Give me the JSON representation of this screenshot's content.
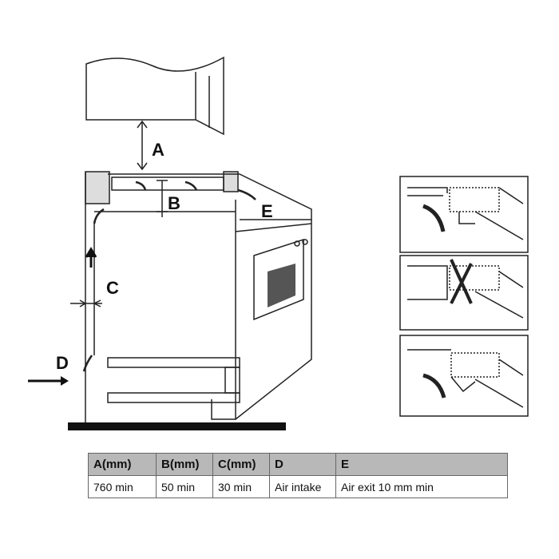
{
  "labels": {
    "a": "A",
    "b": "B",
    "c": "C",
    "d": "D",
    "e": "E"
  },
  "table": {
    "headers": [
      "A(mm)",
      "B(mm)",
      "C(mm)",
      "D",
      "E"
    ],
    "values": [
      "760 min",
      "50 min",
      "30 min",
      "Air intake",
      "Air exit 10 mm min"
    ]
  },
  "colors": {
    "header_bg": "#b8b8b8",
    "line": "#222222"
  }
}
